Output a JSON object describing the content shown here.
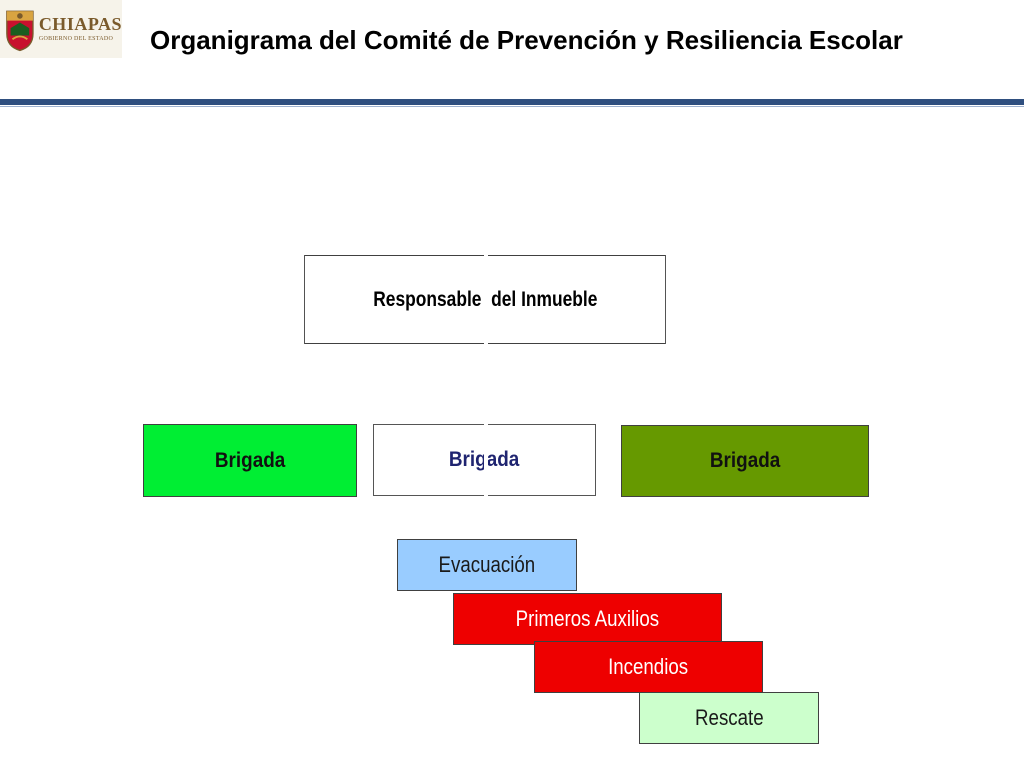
{
  "logo": {
    "name": "CHIAPAS",
    "subtitle": "GOBIERNO DEL ESTADO"
  },
  "header": {
    "title": "Organigrama del Comité de Prevención y Resiliencia Escolar"
  },
  "chart": {
    "root": {
      "label": "Responsable  del Inmueble"
    },
    "brigades": [
      {
        "label": "Brigada",
        "color": "#00ee33"
      },
      {
        "label": "Brigada",
        "color": "#ffffff"
      },
      {
        "label": "Brigada",
        "color": "#669900"
      }
    ],
    "sub_brigades": [
      {
        "label": "Evacuación",
        "color": "#99ccff"
      },
      {
        "label": "Primeros Auxilios",
        "color": "#ee0000"
      },
      {
        "label": "Incendios",
        "color": "#ee0000"
      },
      {
        "label": "Rescate",
        "color": "#ccffcc"
      }
    ]
  },
  "theme": {
    "header_rule_color": "#2f4f7f",
    "logo_text_color": "#7a5a2b"
  }
}
